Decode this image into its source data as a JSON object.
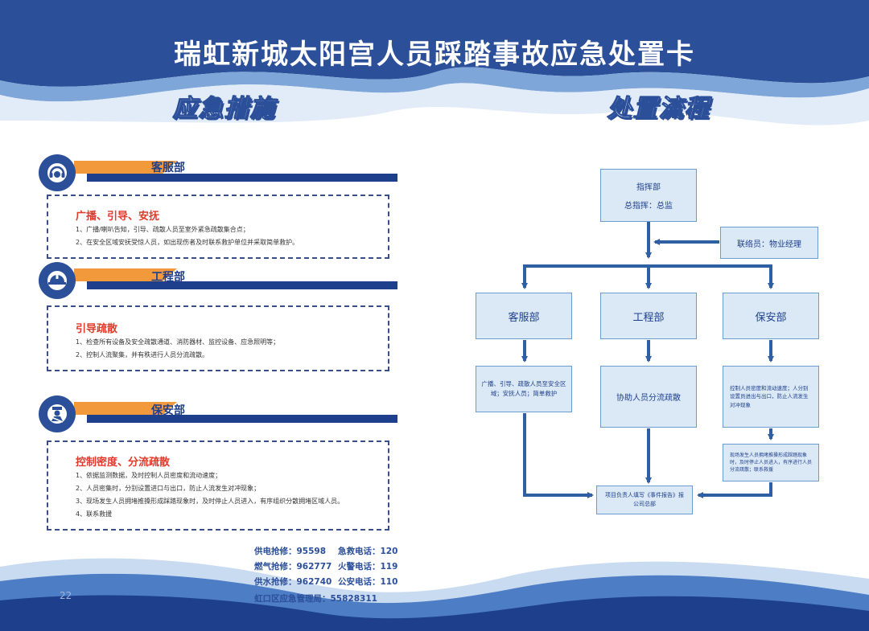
{
  "title": "瑞虹新城太阳宫人员踩踏事故应急处置卡",
  "left_heading": "应急措施",
  "right_heading": "处置流程",
  "departments": [
    {
      "name": "客服部",
      "icon": "headset-icon",
      "box_title": "广播、引导、安抚",
      "lines": [
        "1、广播/喇叭告知，引导、疏散人员至室外紧急疏散集合点；",
        "2、在安全区域安抚受惊人员，如出现伤者及时联系救护单位并采取简单救护。"
      ]
    },
    {
      "name": "工程部",
      "icon": "hardhat-icon",
      "box_title": "引导疏散",
      "lines": [
        "1、检查所有设备及安全疏散通道、消防器材、监控设备、应急照明等；",
        "2、控制人流聚集，并有秩进行人员分流疏散。"
      ]
    },
    {
      "name": "保安部",
      "icon": "guard-icon",
      "box_title": "控制密度、分流疏散",
      "lines": [
        "1、依据监测数据，及时控制人员密度和流动速度；",
        "2、人员密集时，分别设置进口与出口，防止人流发生对冲现象；",
        "3、现场发生人员拥堵推搡形成踩踏现象时，及时停止人员进入，有序组织分散拥堵区域人员。",
        "4、联系救援"
      ]
    }
  ],
  "flow": {
    "command_title": "指挥部",
    "command_sub": "总指挥：总监",
    "liaison": "联络员：物业经理",
    "dept_customer": "客服部",
    "dept_engineering": "工程部",
    "dept_security": "保安部",
    "action_customer": "广播、引导、疏散人员至安全区域；安抚人员；简单救护",
    "action_engineering": "协助人员分流疏散",
    "action_security": "控制人员密度和流动速度；人分别设置员进出与出口，防止人流发生对冲现象",
    "action_security2": "现场发生人员拥堵推搡形成踩踏现象时，及时停止人员进入，有序进行人员分流疏散；联系救援",
    "report": "项目负责人填写《事件报告》报公司总部"
  },
  "hotlines": {
    "power": "供电抢修：95598",
    "emergency": "急救电话：120",
    "gas": "燃气抢修：962777",
    "fire": "火警电话：119",
    "water": "供水抢修：962740",
    "police": "公安电话：110",
    "district": "虹口区应急管理局：55828311"
  },
  "page_number": "22",
  "colors": {
    "navy": "#2c4f9a",
    "dark_blue": "#1e3f8c",
    "orange": "#f29a3b",
    "red": "#e03a2a",
    "node_fill": "#dbe9f7",
    "arrow": "#2e5fa5"
  }
}
